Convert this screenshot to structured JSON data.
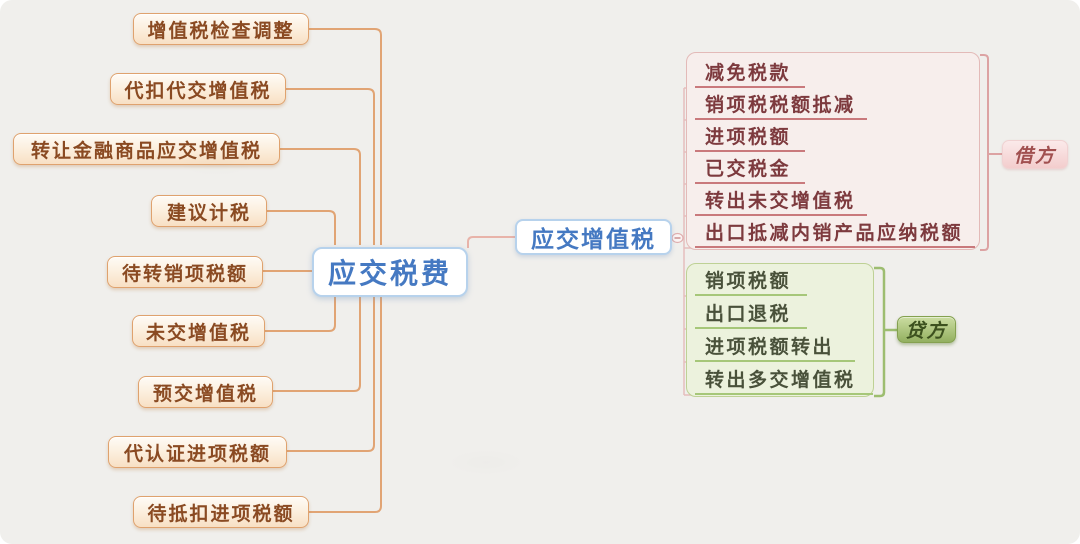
{
  "root": {
    "label": "应交税费"
  },
  "left_topics": [
    "增值税检查调整",
    "代扣代交增值税",
    "转让金融商品应交增值税",
    "建议计税",
    "待转销项税额",
    "未交增值税",
    "预交增值税",
    "代认证进项税额",
    "待抵扣进项税额"
  ],
  "vat_topic": {
    "label": "应交增值税"
  },
  "debit_group": {
    "label": "借方",
    "items": [
      "减免税款",
      "销项税税额抵减",
      "进项税额",
      "已交税金",
      "转出未交增值税",
      "出口抵减内销产品应纳税额"
    ]
  },
  "credit_group": {
    "label": "贷方",
    "items": [
      "销项税额",
      "出口退税",
      "进项税额转出",
      "转出多交增值税"
    ]
  },
  "colors": {
    "background": "#f0efec",
    "branch_orange": "#e1a474",
    "orange_topic_text": "#8a4a22",
    "blue_topic_text": "#4579c2",
    "blue_topic_border": "#b7d2ec",
    "sub_connector_pink": "#e6bdbd",
    "debit_underline": "#c9797c",
    "debit_text": "#7d3a3e",
    "debit_bracket": "#dca3a3",
    "credit_underline": "#a6c779",
    "credit_text": "#49513a",
    "credit_bracket": "#9dbd70"
  }
}
